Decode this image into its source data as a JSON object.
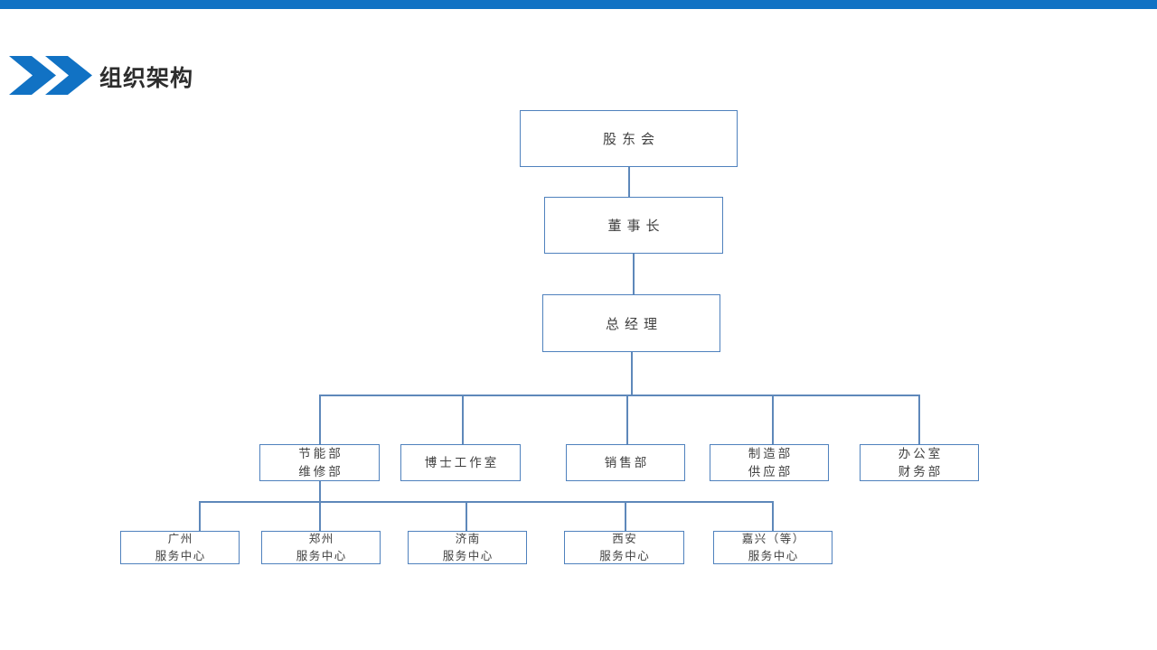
{
  "slide": {
    "top_bar_color": "#1172C4",
    "header": {
      "title": "组织架构",
      "chevron_color": "#1172C4",
      "title_color": "#2D2D2D"
    }
  },
  "org_chart": {
    "style": {
      "box_border_color": "#4F81BD",
      "connector_color": "#5E88BA",
      "text_color": "#404040"
    },
    "level1": [
      {
        "label": "股东会"
      },
      {
        "label": "董事长"
      },
      {
        "label": "总经理"
      }
    ],
    "level2": [
      {
        "lines": [
          "节能部",
          "维修部"
        ]
      },
      {
        "lines": [
          "博士工作室"
        ]
      },
      {
        "lines": [
          "销售部"
        ]
      },
      {
        "lines": [
          "制造部",
          "供应部"
        ]
      },
      {
        "lines": [
          "办公室",
          "财务部"
        ]
      }
    ],
    "level3": [
      {
        "lines": [
          "广州",
          "服务中心"
        ]
      },
      {
        "lines": [
          "郑州",
          "服务中心"
        ]
      },
      {
        "lines": [
          "济南",
          "服务中心"
        ]
      },
      {
        "lines": [
          "西安",
          "服务中心"
        ]
      },
      {
        "lines": [
          "嘉兴（等）",
          "服务中心"
        ]
      }
    ]
  }
}
